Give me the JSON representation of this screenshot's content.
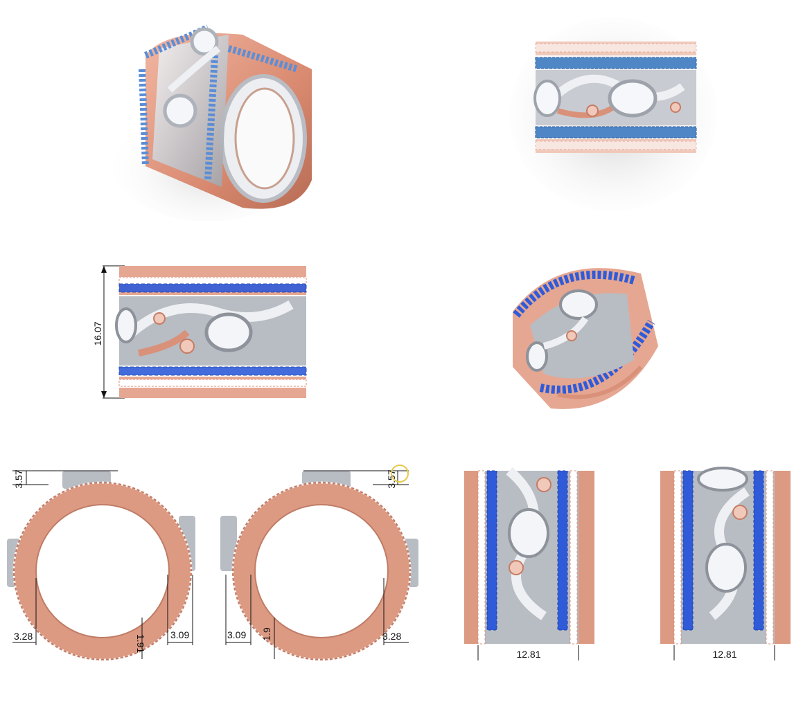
{
  "sheet": {
    "dimensions": {
      "height": "16.07",
      "top_offset_left": "3.57",
      "top_offset_right": "3.57",
      "left_a": "3.28",
      "left_b": "3.09",
      "left_c": "1.91",
      "right_a": "3.09",
      "right_b": "1.9",
      "right_c": "3.28",
      "width_left": "12.81",
      "width_right": "12.81"
    }
  },
  "colors": {
    "rose_gold": "#d9917a",
    "white_gold": "#c9ccd2",
    "blue_stone": "#2f5bd9",
    "diamond": "#eef1f6"
  }
}
